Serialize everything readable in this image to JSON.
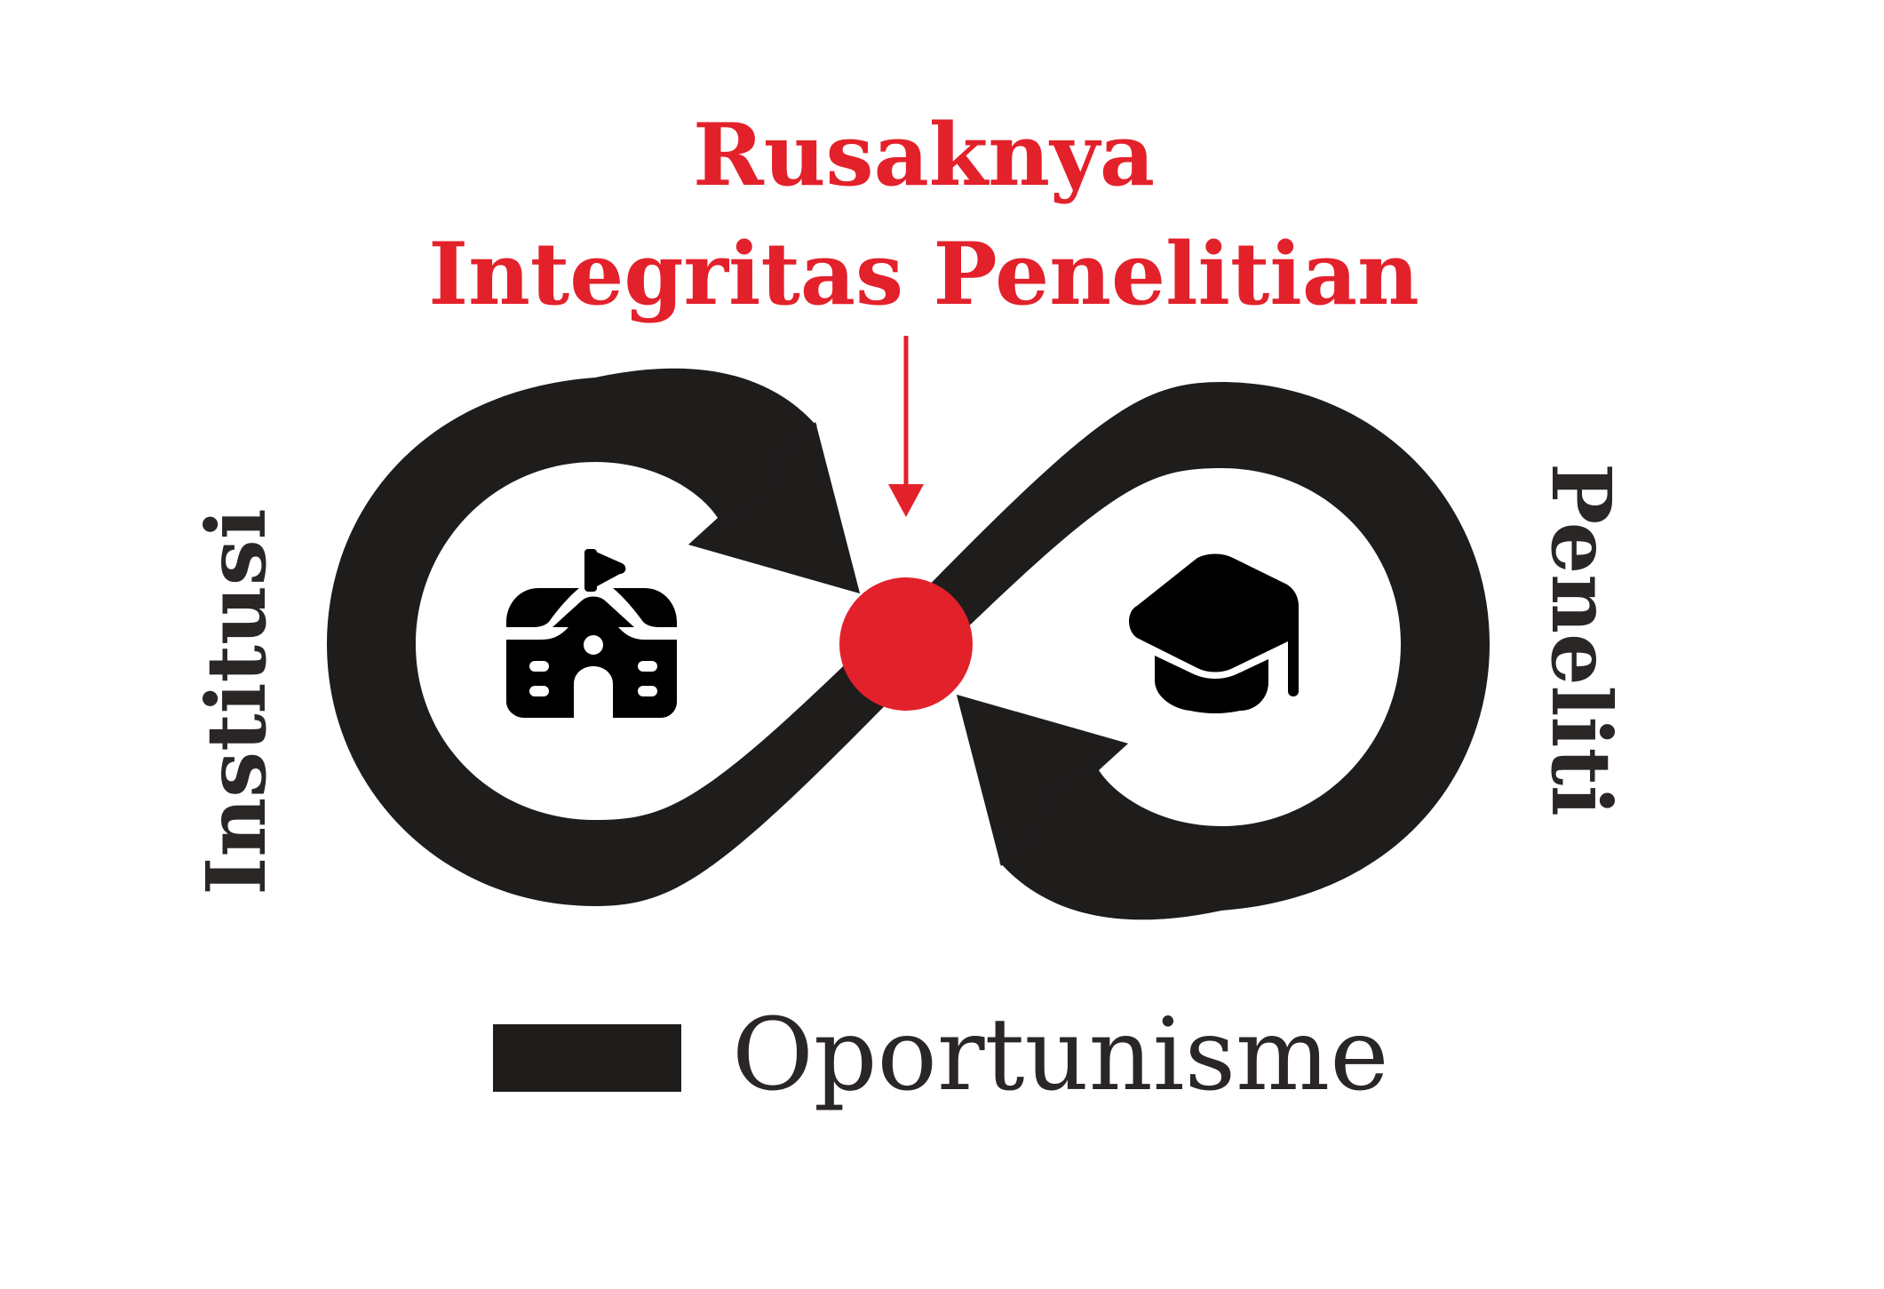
{
  "title": {
    "line1": "Rusaknya",
    "line2": "Integritas Penelitian"
  },
  "left_label": "Institusi",
  "right_label": "Peneliti",
  "legend": {
    "label": "Oportunisme"
  },
  "icons": {
    "left": "school-building-icon",
    "right": "graduation-cap-icon"
  },
  "colors": {
    "accent": "#e3212b",
    "loop": "#1f1c1c",
    "text": "#2a2626"
  }
}
